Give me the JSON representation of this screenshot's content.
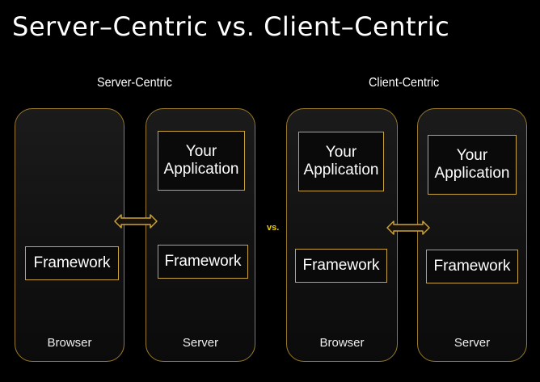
{
  "title": "Server–Centric vs. Client–Centric",
  "vs_label": "vs.",
  "colors": {
    "background": "#000000",
    "panel_border": "#9a7a2a",
    "box_border": "#c9a43a",
    "vs": "#f0d000"
  },
  "server_centric": {
    "heading": "Server-Centric",
    "browser": {
      "label": "Browser",
      "framework": "Framework"
    },
    "server": {
      "label": "Server",
      "app_line1": "Your",
      "app_line2": "Application",
      "framework": "Framework"
    }
  },
  "client_centric": {
    "heading": "Client-Centric",
    "browser": {
      "label": "Browser",
      "app_line1": "Your",
      "app_line2": "Application",
      "framework": "Framework"
    },
    "server": {
      "label": "Server",
      "app_line1": "Your",
      "app_line2": "Application",
      "framework": "Framework"
    }
  }
}
